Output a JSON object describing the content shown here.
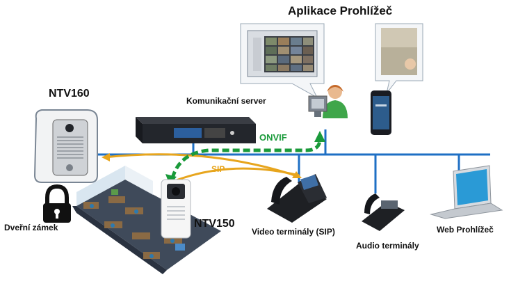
{
  "labels": {
    "app_viewer": "Aplikace Prohlížeč",
    "ntv160": "NTV160",
    "server": "Komunikační server",
    "onvif": "ONVIF",
    "sip": "SIP",
    "ntv150": "NTV150",
    "door_lock": "Dveřní zámek",
    "video_terminals": "Video terminály (SIP)",
    "audio_terminals": "Audio terminály",
    "web_viewer": "Web Prohlížeč"
  },
  "colors": {
    "network_line": "#1e6fc4",
    "onvif_arrow": "#1a9a3a",
    "sip_arrow": "#e7a51d",
    "callout_border": "#8aa0b8"
  }
}
